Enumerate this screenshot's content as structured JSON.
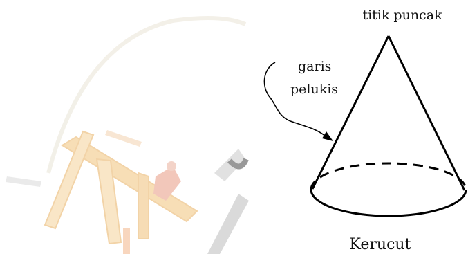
{
  "diagram": {
    "apex_label": "titik puncak",
    "generatrix_label_line1": "garis",
    "generatrix_label_line2": "pelukis",
    "caption": "Kerucut"
  },
  "watermark": {
    "description_colors": {
      "wood_light": "#f7d8a2",
      "wood_mid": "#f0c07a",
      "red_accent": "#e8a08a",
      "gray_band": "#d9d9d9"
    }
  }
}
